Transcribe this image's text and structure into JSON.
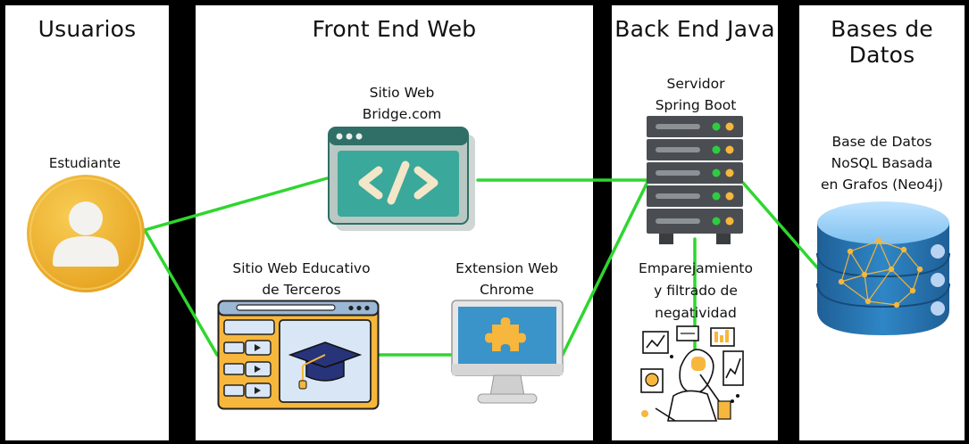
{
  "columns": {
    "usuarios": "Usuarios",
    "frontend": "Front End Web",
    "backend": "Back End Java",
    "databases": "Bases de Datos"
  },
  "nodes": {
    "student": "Estudiante",
    "bridge_site": "Sitio Web\nBridge.com",
    "third_party_site": "Sitio Web Educativo\nde Terceros",
    "chrome_extension": "Extension Web\nChrome",
    "server": "Servidor\nSpring Boot",
    "matching": "Emparejamiento\ny filtrado de\nnegatividad",
    "graph_db": "Base de Datos\nNoSQL Basada\nen Grafos (Neo4j)"
  },
  "icons": {
    "student": "user-avatar-icon",
    "bridge_site": "code-window-icon",
    "third_party_site": "education-site-icon",
    "chrome_extension": "puzzle-monitor-icon",
    "server": "server-rack-icon",
    "matching": "data-analysis-icon",
    "graph_db": "graph-database-icon"
  },
  "colors": {
    "connector": "#2fd62f",
    "avatar": "#f2b632",
    "code_window": "#3aa89a",
    "site_frame": "#f6b73c",
    "site_panel": "#d9e6f5",
    "monitor_screen": "#3a93c9",
    "puzzle": "#f6b73c",
    "server_body": "#4a4e52",
    "server_led_green": "#2ecc40",
    "server_led_yellow": "#f6b73c",
    "database": "#2d78b8"
  }
}
